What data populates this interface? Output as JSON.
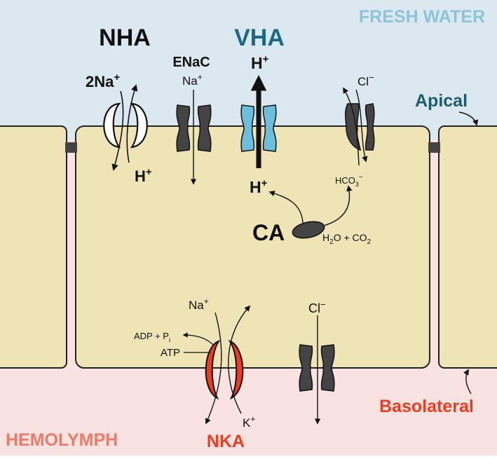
{
  "regions": {
    "fresh_water": "FRESH WATER",
    "hemolymph": "HEMOLYMPH",
    "apical": "Apical",
    "basolateral": "Basolateral"
  },
  "transporters": {
    "nha": "NHA",
    "enac": "ENaC",
    "vha": "VHA",
    "ca": "CA",
    "nka": "NKA"
  },
  "ions": {
    "nha_na": "2Na",
    "nha_na_charge": "+",
    "nha_h": "H",
    "nha_h_charge": "+",
    "enac_na": "Na",
    "enac_na_charge": "+",
    "vha_h_top": "H",
    "vha_h_top_charge": "+",
    "vha_h_bottom": "H",
    "vha_h_bottom_charge": "+",
    "cl_apical": "Cl",
    "cl_apical_charge": "−",
    "hco3": "HCO",
    "hco3_sub": "3",
    "hco3_charge": "−",
    "h2o_co2_a": "H",
    "h2o_co2_sub": "2",
    "h2o_co2_b": "O + CO",
    "h2o_co2_sub2": "2",
    "nka_na": "Na",
    "nka_na_charge": "+",
    "nka_k": "K",
    "nka_k_charge": "+",
    "adp": "ADP + P",
    "adp_sub": "i",
    "atp": "ATP",
    "cl_baso": "Cl",
    "cl_baso_charge": "−"
  },
  "colors": {
    "fresh_water_bg": "#dce8f0",
    "hemolymph_bg": "#f8e3e1",
    "cell_fill": "#efe4b6",
    "channel_dark": "#444444",
    "vha_blue": "#6cbfdc",
    "nka_red": "#f03c1e",
    "fresh_water_text": "#8cc5d8",
    "hemolymph_text": "#f07a6a",
    "apical_text": "#1c5d6c",
    "basolateral_text": "#f03c1e",
    "vha_text": "#1c6a86"
  }
}
